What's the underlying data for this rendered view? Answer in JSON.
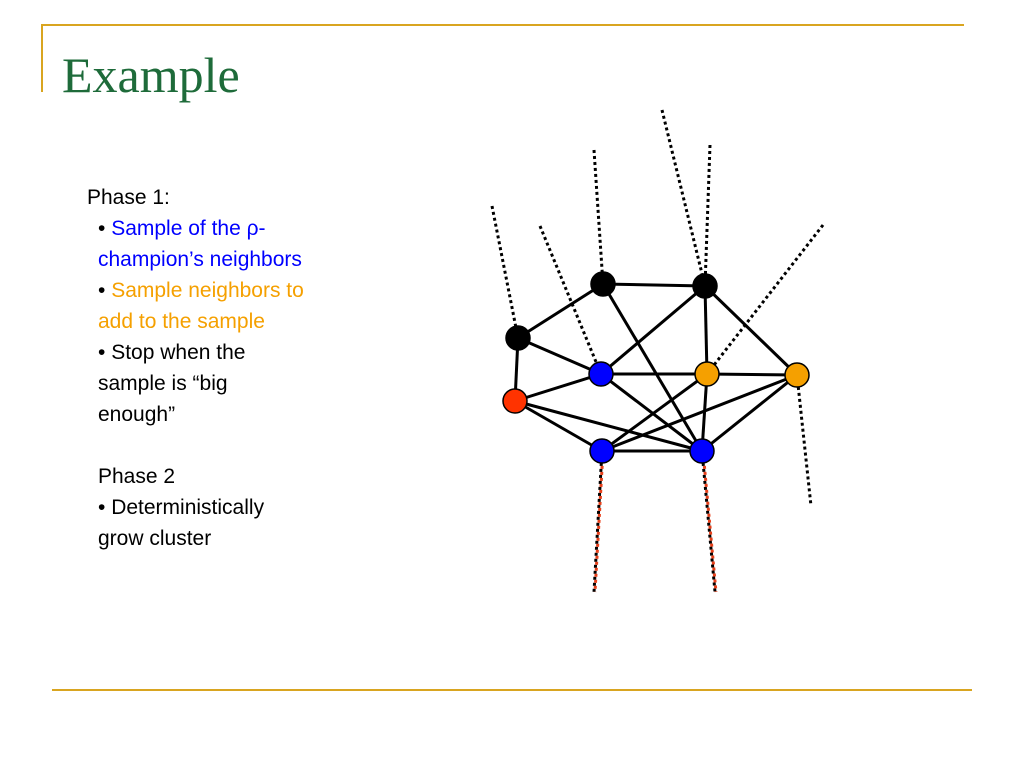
{
  "slide": {
    "title": "Example",
    "phase1": {
      "heading": "Phase 1:",
      "bullet_char": "•",
      "bullets": [
        {
          "line1": "Sample of the ρ-",
          "line2": "champion’s neighbors",
          "color": "#0000ff"
        },
        {
          "line1": "Sample neighbors to",
          "line2": "add to the sample",
          "color": "#f5a000"
        },
        {
          "line1": "Stop when the",
          "line2": "sample is “big",
          "line3": "enough”",
          "color": "#000000"
        }
      ]
    },
    "phase2": {
      "heading": "Phase 2",
      "bullets": [
        {
          "line1": "Deterministically",
          "line2": "grow cluster",
          "color": "#000000"
        }
      ]
    }
  },
  "colors": {
    "accent_rule": "#d9a520",
    "title": "#1e6b3a",
    "node_black": "#000000",
    "node_blue": "#0000ff",
    "node_orange": "#f5a000",
    "node_red": "#ff3300",
    "dashed_black": "#000000",
    "dashed_red": "#e8401a"
  },
  "graph": {
    "nodes": [
      {
        "id": "black-a",
        "kind": "champion-neighbor",
        "color": "#000000"
      },
      {
        "id": "black-b",
        "kind": "champion-neighbor",
        "color": "#000000"
      },
      {
        "id": "black-c",
        "kind": "champion-neighbor",
        "color": "#000000"
      },
      {
        "id": "red",
        "kind": "champion",
        "color": "#ff3300"
      },
      {
        "id": "blue-top",
        "kind": "sampled",
        "color": "#0000ff"
      },
      {
        "id": "blue-left",
        "kind": "sampled",
        "color": "#0000ff"
      },
      {
        "id": "blue-right",
        "kind": "sampled",
        "color": "#0000ff"
      },
      {
        "id": "orange-mid",
        "kind": "added",
        "color": "#f5a000"
      },
      {
        "id": "orange-right",
        "kind": "added",
        "color": "#f5a000"
      }
    ],
    "edges": [
      [
        "black-c",
        "black-a"
      ],
      [
        "black-c",
        "red"
      ],
      [
        "black-c",
        "blue-top"
      ],
      [
        "black-a",
        "black-b"
      ],
      [
        "black-a",
        "blue-right"
      ],
      [
        "black-b",
        "blue-top"
      ],
      [
        "black-b",
        "orange-right"
      ],
      [
        "black-b",
        "orange-mid"
      ],
      [
        "red",
        "blue-top"
      ],
      [
        "red",
        "blue-left"
      ],
      [
        "red",
        "blue-right"
      ],
      [
        "blue-top",
        "orange-mid"
      ],
      [
        "blue-top",
        "blue-right"
      ],
      [
        "orange-mid",
        "orange-right"
      ],
      [
        "orange-mid",
        "blue-left"
      ],
      [
        "orange-mid",
        "blue-right"
      ],
      [
        "orange-right",
        "blue-left"
      ],
      [
        "orange-right",
        "blue-right"
      ],
      [
        "blue-left",
        "blue-right"
      ]
    ]
  }
}
